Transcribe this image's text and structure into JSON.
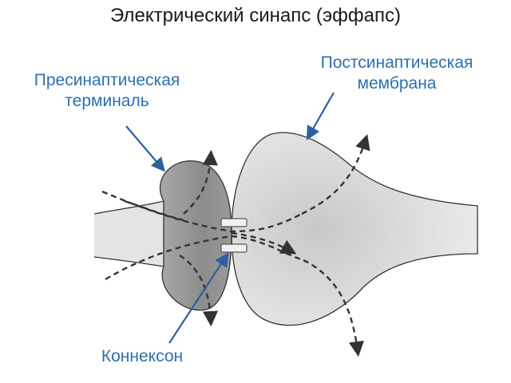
{
  "title": "Электрический синапс (эффапс)",
  "labels": {
    "presynaptic": {
      "line1": "Пресинаптическая",
      "line2": "терминаль"
    },
    "postsynaptic": {
      "line1": "Постсинаптическая",
      "line2": "мембрана"
    },
    "connexon": "Коннексон"
  },
  "colors": {
    "label": "#2e6fb0",
    "arrow": "#2e5f9e",
    "presynaptic_fill": "#8a8a8a",
    "postsynaptic_fill": "#d9d9d9",
    "outline": "#333333"
  }
}
